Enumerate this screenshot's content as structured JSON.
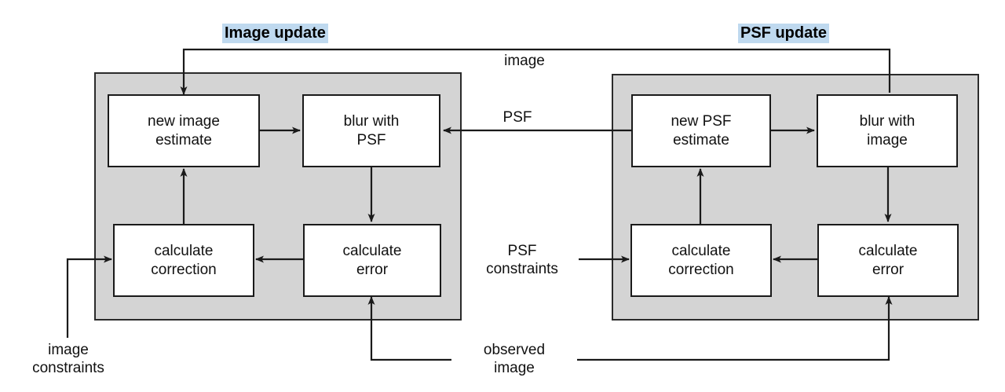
{
  "figure": {
    "type": "flow-diagram",
    "title_highlight_color": "#bfd9ef",
    "panel_fill_color": "#d4d4d4",
    "box_fill_color": "#ffffff",
    "line_color": "#1a1a1a"
  },
  "sections": [
    {
      "id": "image-update",
      "label": "Image update"
    },
    {
      "id": "psf-update",
      "label": "PSF update"
    }
  ],
  "image_update": {
    "boxes": [
      {
        "id": "new-image-estimate",
        "label": "new image\nestimate"
      },
      {
        "id": "blur-with-psf",
        "label": "blur with\nPSF"
      },
      {
        "id": "calculate-correction-image",
        "label": "calculate\ncorrection"
      },
      {
        "id": "calculate-error-image",
        "label": "calculate\nerror"
      }
    ]
  },
  "psf_update": {
    "boxes": [
      {
        "id": "new-psf-estimate",
        "label": "new PSF\nestimate"
      },
      {
        "id": "blur-with-image",
        "label": "blur with\nimage"
      },
      {
        "id": "calculate-correction-psf",
        "label": "calculate\ncorrection"
      },
      {
        "id": "calculate-error-psf",
        "label": "calculate\nerror"
      }
    ]
  },
  "edge_labels": [
    {
      "id": "image-flow",
      "label": "image"
    },
    {
      "id": "psf-flow",
      "label": "PSF"
    },
    {
      "id": "psf-constraints",
      "label": "PSF\nconstraints"
    },
    {
      "id": "image-constraints",
      "label": "image\nconstraints"
    },
    {
      "id": "observed-image",
      "label": "observed\nimage"
    }
  ]
}
